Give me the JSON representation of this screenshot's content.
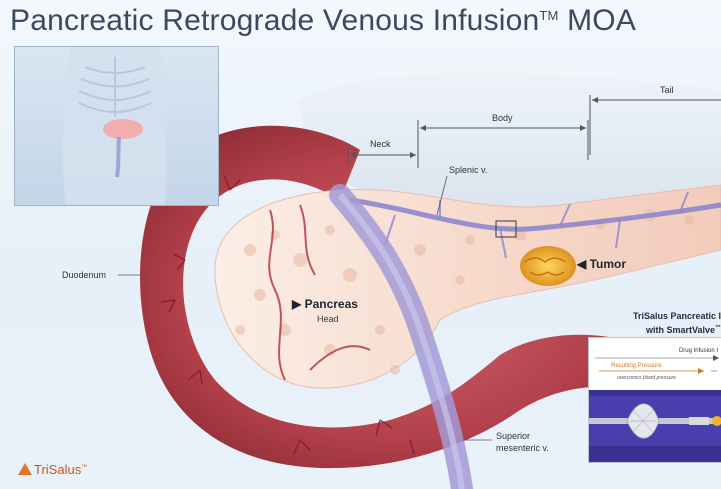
{
  "title": {
    "text": "Pancreatic Retrograde Venous Infusion",
    "tm": "TM",
    "suffix": " MOA"
  },
  "regions": {
    "neck": "Neck",
    "body": "Body",
    "tail": "Tail"
  },
  "labels": {
    "splenic_vein": "Splenic v.",
    "tumor": "Tumor",
    "pancreas": "Pancreas",
    "head": "Head",
    "duodenum": "Duodenum",
    "superior": "Superior",
    "mesenteric": "mesenteric v."
  },
  "device": {
    "title_line1": "TriSalus Pancreatic I",
    "title_line2": "with SmartValve",
    "drug_infusion": "Drug Infusion I",
    "resulting_pressure": "Resulting Pressure",
    "overcomes": "overcomes blood pressure"
  },
  "brand": {
    "name": "TriSalus",
    "tm": "™"
  },
  "colors": {
    "duodenum": "#b8414a",
    "pancreas": "#f7dccd",
    "vein": "#8a84c9",
    "tumor": "#e2a12a",
    "brand": "#e1772c"
  },
  "icons": [
    "trisalus-logo-icon",
    "arrow-left-icon",
    "arrow-right-icon"
  ]
}
